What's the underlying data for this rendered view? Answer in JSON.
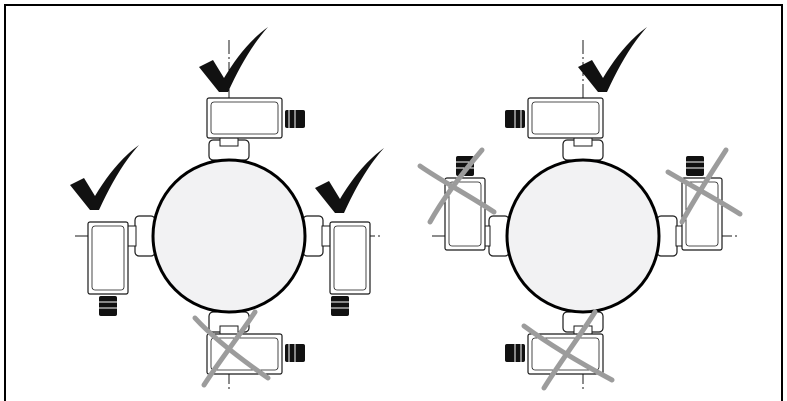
{
  "figure": {
    "description_panels": 2,
    "colors": {
      "frame": "#000000",
      "pipe_fill": "#f2f2f3",
      "housing_fill": "#ffffff",
      "line": "#1a1a1a",
      "check": "#111111",
      "cross": "#9c9c9c",
      "gland": "#111111"
    }
  },
  "panels": [
    {
      "name": "allowed-orientations",
      "mounts": [
        {
          "position": "top",
          "status": "correct"
        },
        {
          "position": "left",
          "status": "correct"
        },
        {
          "position": "right",
          "status": "correct"
        },
        {
          "position": "bottom",
          "status": "incorrect"
        }
      ]
    },
    {
      "name": "disallowed-orientations",
      "mounts": [
        {
          "position": "top",
          "status": "correct"
        },
        {
          "position": "left",
          "status": "incorrect"
        },
        {
          "position": "right",
          "status": "incorrect"
        },
        {
          "position": "bottom",
          "status": "incorrect"
        }
      ]
    }
  ],
  "icons": [
    "check-mark-icon",
    "cross-icon",
    "cable-gland-icon"
  ]
}
